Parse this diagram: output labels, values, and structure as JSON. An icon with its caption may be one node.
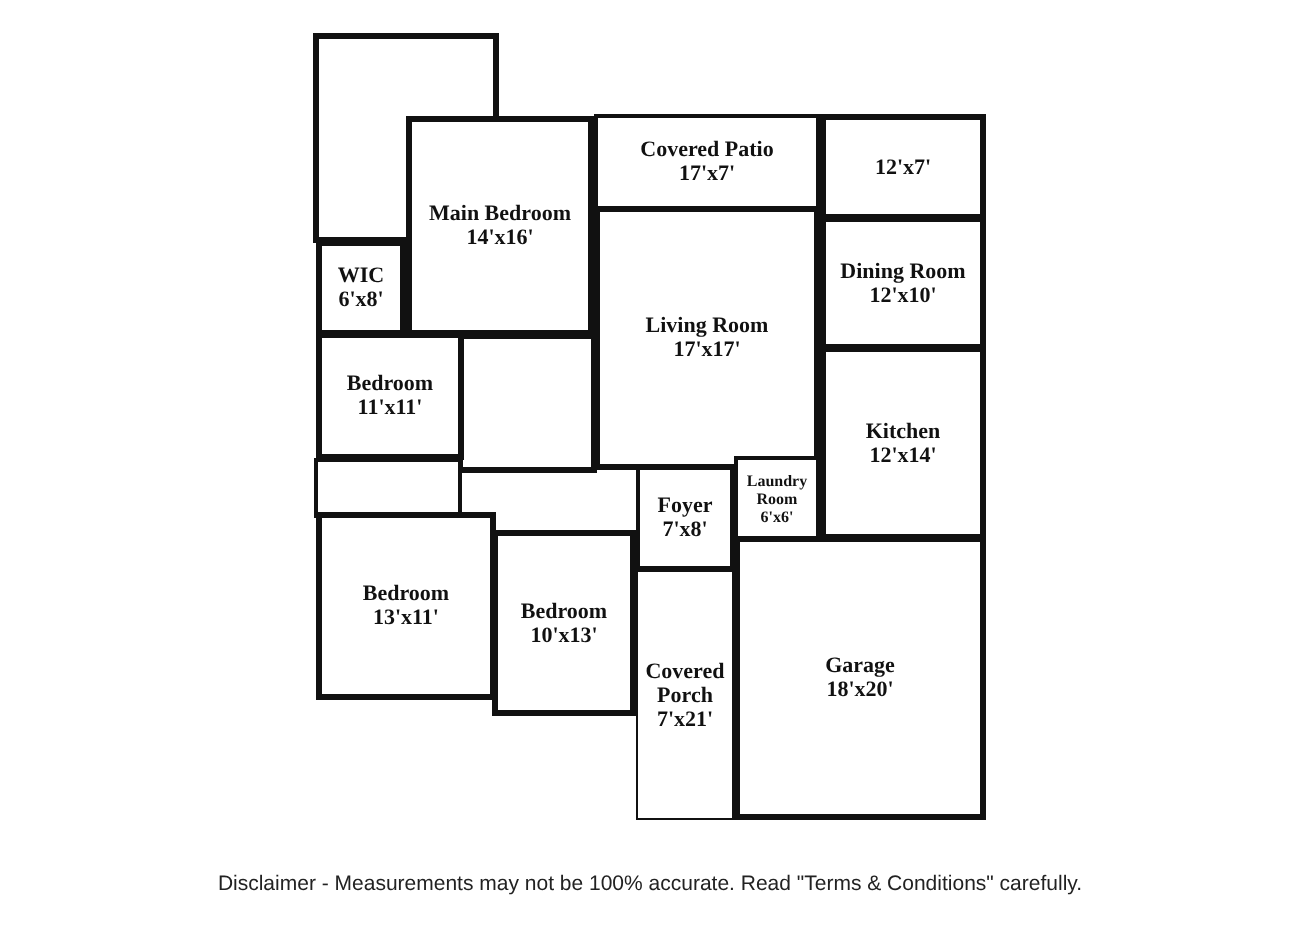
{
  "diagram": {
    "caption": "Disclaimer - Measurements may not be 100% accurate. Read \"Terms & Conditions\" carefully.",
    "nodes": [
      {
        "text": [
          "Main Bedroom",
          "14'x16'"
        ]
      },
      {
        "text": [
          "WIC",
          "6'x8'"
        ]
      },
      {
        "text": [
          "Covered Patio",
          "17'x7'"
        ]
      },
      {
        "text": [
          "12'x7'"
        ]
      },
      {
        "text": [
          "Dining Room",
          "12'x10'"
        ]
      },
      {
        "text": [
          "Living Room",
          "17'x17'"
        ]
      },
      {
        "text": [
          "Kitchen",
          "12'x14'"
        ]
      },
      {
        "text": [
          "Bedroom",
          "11'x11'"
        ]
      },
      {
        "text": [
          "Laundry Room",
          "6'x6'"
        ]
      },
      {
        "text": [
          "Foyer",
          "7'x8'"
        ]
      },
      {
        "text": [
          "Bedroom",
          "13'x11'"
        ]
      },
      {
        "text": [
          "Bedroom",
          "10'x13'"
        ]
      },
      {
        "text": [
          "Covered Porch",
          "7'x21'"
        ]
      },
      {
        "text": [
          "Garage",
          "18'x20'"
        ]
      }
    ],
    "edges": []
  }
}
